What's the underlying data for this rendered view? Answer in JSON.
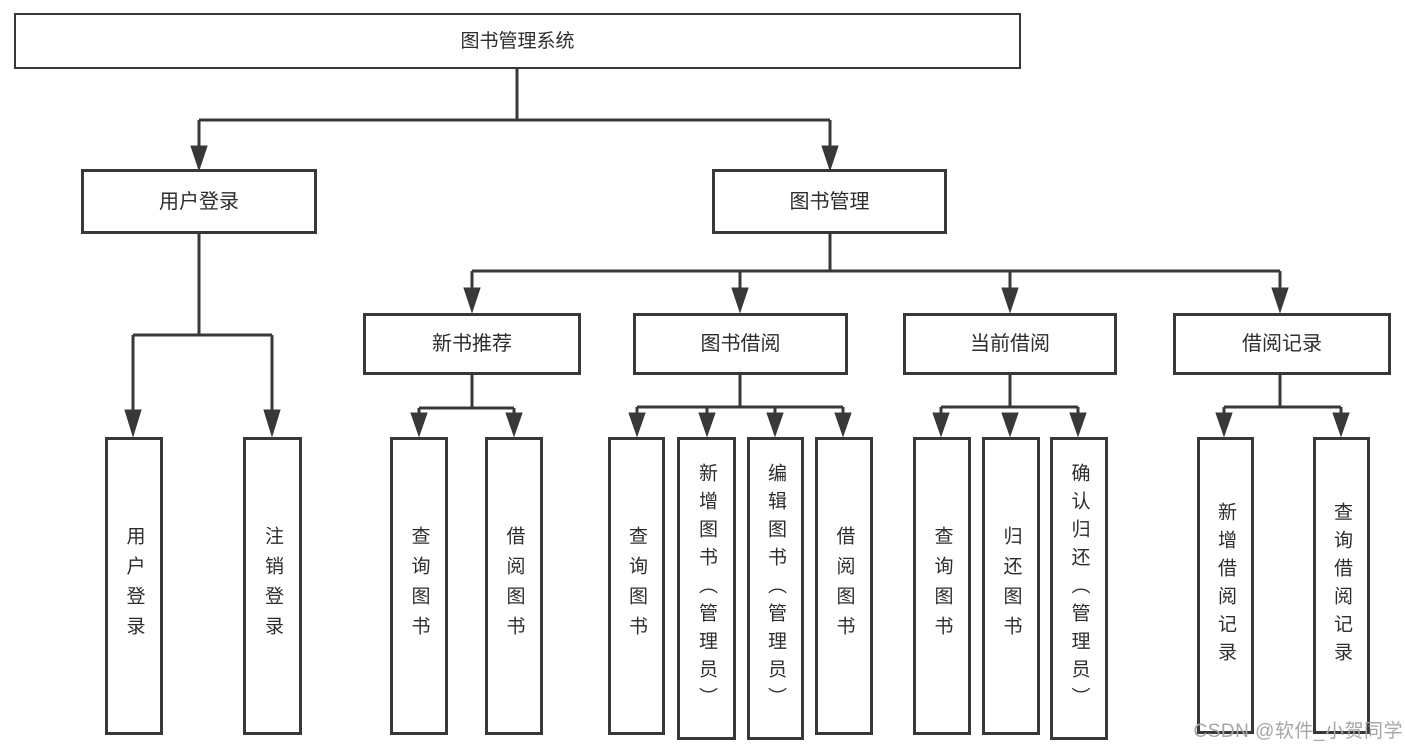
{
  "diagram": {
    "title": "图书管理系统",
    "type": "hierarchy-tree",
    "colors": {
      "line": "#383838",
      "text": "#2d2d2d",
      "background": "#ffffff",
      "watermark": "#a6a6a6"
    },
    "tree": {
      "label": "图书管理系统",
      "children": [
        {
          "label": "用户登录",
          "children": [
            {
              "label": "用户登录"
            },
            {
              "label": "注销登录"
            }
          ]
        },
        {
          "label": "图书管理",
          "children": [
            {
              "label": "新书推荐",
              "children": [
                {
                  "label": "查询图书"
                },
                {
                  "label": "借阅图书"
                }
              ]
            },
            {
              "label": "图书借阅",
              "children": [
                {
                  "label": "查询图书"
                },
                {
                  "label": "新增图书（管理员）"
                },
                {
                  "label": "编辑图书（管理员）"
                },
                {
                  "label": "借阅图书"
                }
              ]
            },
            {
              "label": "当前借阅",
              "children": [
                {
                  "label": "查询图书"
                },
                {
                  "label": "归还图书"
                },
                {
                  "label": "确认归还（管理员）"
                }
              ]
            },
            {
              "label": "借阅记录",
              "children": [
                {
                  "label": "新增借阅记录"
                },
                {
                  "label": "查询借阅记录"
                }
              ]
            }
          ]
        }
      ]
    }
  },
  "watermark": {
    "text": "CSDN @软件_小贺同学"
  }
}
